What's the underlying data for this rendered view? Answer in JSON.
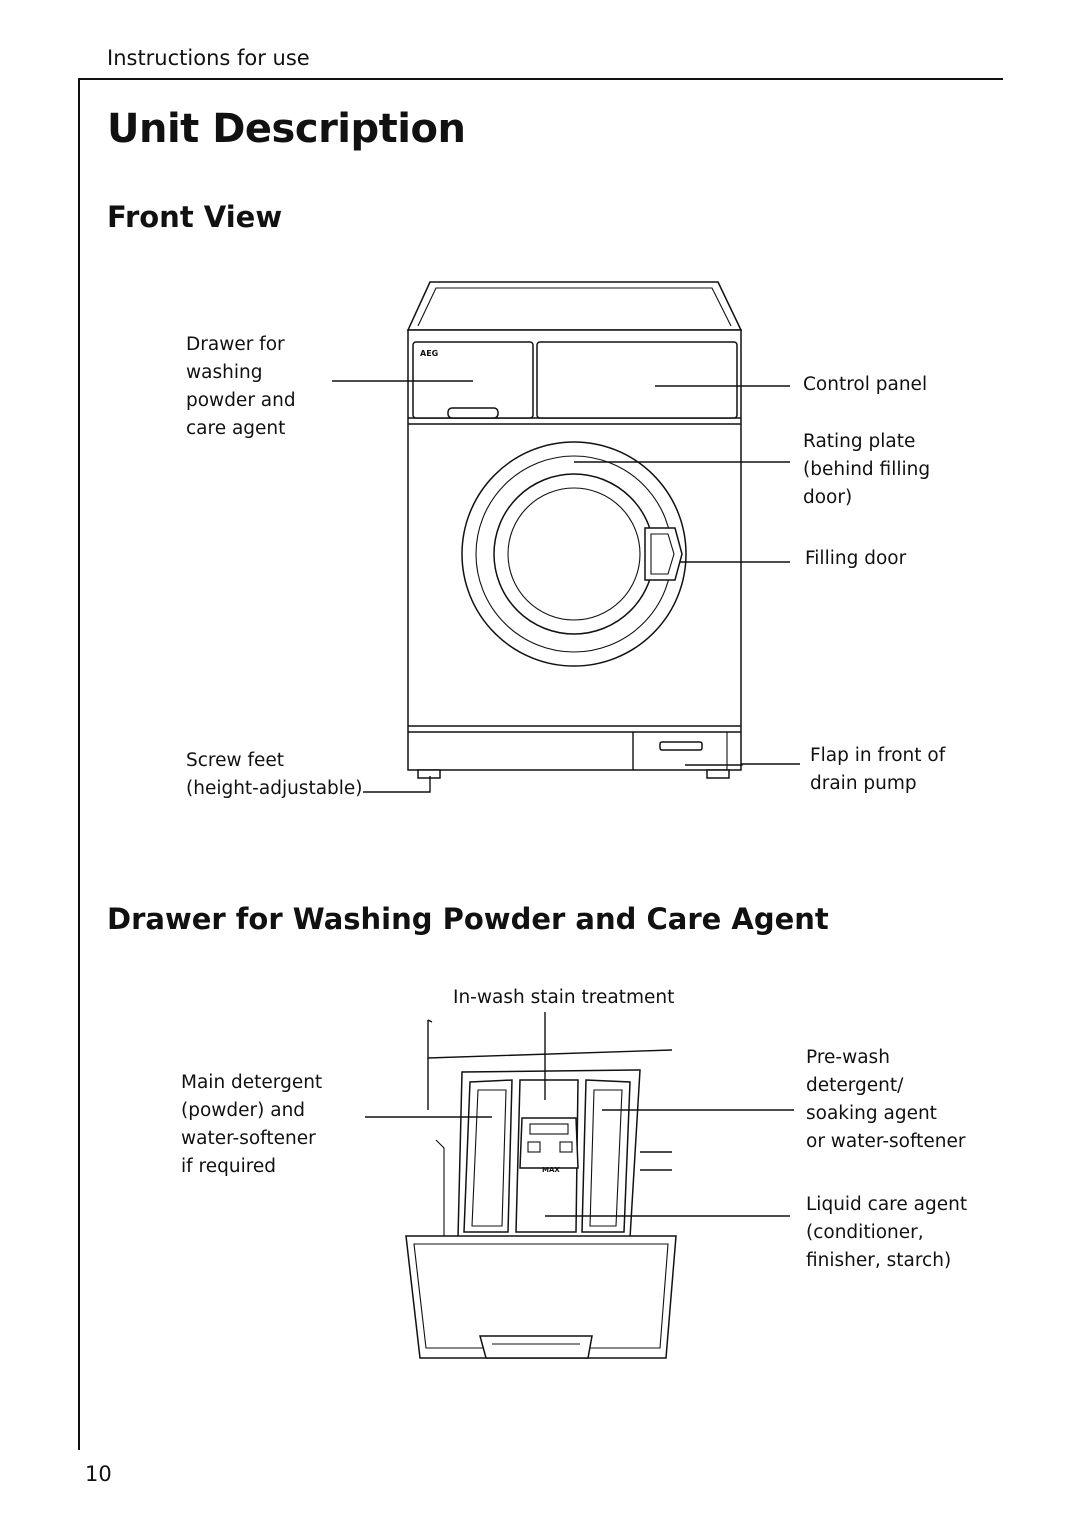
{
  "header": {
    "label": "Instructions for use"
  },
  "page_title": "Unit Description",
  "front_view": {
    "title": "Front View",
    "brand": "AEG",
    "labels": {
      "drawer": "Drawer for\nwashing\npowder and\ncare agent",
      "control_panel": "Control panel",
      "rating_plate": "Rating plate\n(behind filling\ndoor)",
      "filling_door": "Filling door",
      "screw_feet": "Screw feet\n(height-adjustable)",
      "flap": "Flap in front of\ndrain pump"
    }
  },
  "drawer_section": {
    "title": "Drawer for Washing Powder and Care Agent",
    "labels": {
      "stain": "In-wash stain treatment",
      "main_detergent": "Main detergent\n(powder) and\nwater-softener\nif required",
      "prewash": "Pre-wash\ndetergent/\nsoaking agent\nor water-softener",
      "liquid": "Liquid care agent\n(conditioner,\nfinisher, starch)"
    },
    "max_mark": "MAX"
  },
  "page_number": "10"
}
